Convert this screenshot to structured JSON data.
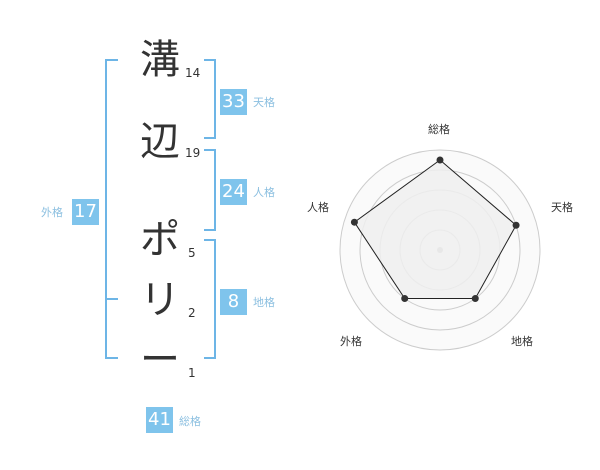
{
  "name": {
    "characters": [
      {
        "char": "溝",
        "strokes": "14"
      },
      {
        "char": "辺",
        "strokes": "19"
      },
      {
        "char": "ポ",
        "strokes": "5"
      },
      {
        "char": "リ",
        "strokes": "2"
      },
      {
        "char": "ー",
        "strokes": "1"
      }
    ]
  },
  "fortune": {
    "tenkaku": {
      "value": "33",
      "label": "天格"
    },
    "jinkaku": {
      "value": "24",
      "label": "人格"
    },
    "chikaku": {
      "value": "8",
      "label": "地格"
    },
    "gaikaku": {
      "value": "17",
      "label": "外格"
    },
    "soukaku": {
      "value": "41",
      "label": "総格"
    }
  },
  "chart_data": {
    "type": "radar",
    "axes": [
      "総格",
      "天格",
      "地格",
      "外格",
      "人格"
    ],
    "values": [
      0.9,
      0.8,
      0.6,
      0.6,
      0.9
    ],
    "max": 1,
    "rings": 5,
    "colors": {
      "fill": "#efefef",
      "stroke": "#222222",
      "grid": "#cccccc",
      "point": "#333333"
    }
  },
  "colors": {
    "accent": "#7fc4ec",
    "bracket": "#6db5e6"
  }
}
